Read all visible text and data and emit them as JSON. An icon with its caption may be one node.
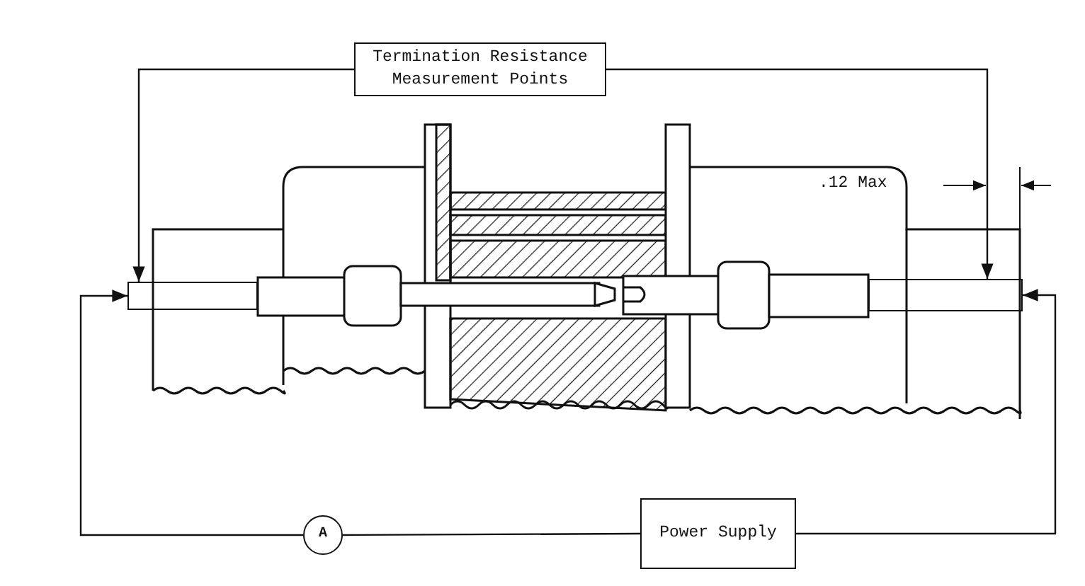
{
  "diagram": {
    "nodes": [
      {
        "text": [
          "Termination Resistance Measurement Points"
        ]
      },
      {
        "text": [],
        "shape": "box"
      },
      {
        "text": [],
        "shape": "box"
      },
      {
        "text": [
          "A"
        ]
      },
      {
        "text": [
          "Power Supply"
        ]
      }
    ],
    "edges": [
      {
        "from": 0,
        "to": 1,
        "arrow": "to"
      },
      {
        "from": 0,
        "to": 2,
        "arrow": "to"
      },
      {
        "from": 3,
        "to": 1,
        "arrow": "to"
      },
      {
        "from": 3,
        "to": 4,
        "arrow": "none"
      },
      {
        "from": 4,
        "to": 2,
        "arrow": "to"
      }
    ],
    "labels": [
      ".12 Max"
    ]
  }
}
